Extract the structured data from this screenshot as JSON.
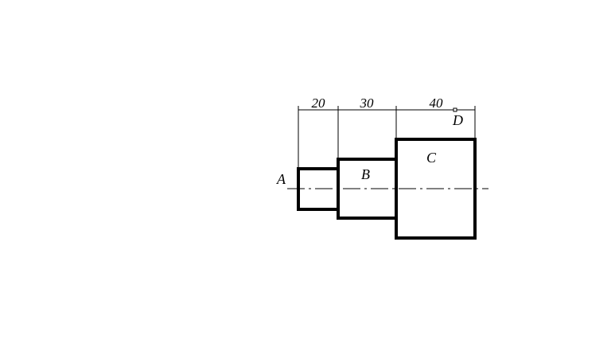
{
  "dimensions": {
    "first": "20",
    "second": "30",
    "third": "40"
  },
  "points": {
    "a": "A",
    "b": "B",
    "c": "C",
    "d": "D"
  }
}
